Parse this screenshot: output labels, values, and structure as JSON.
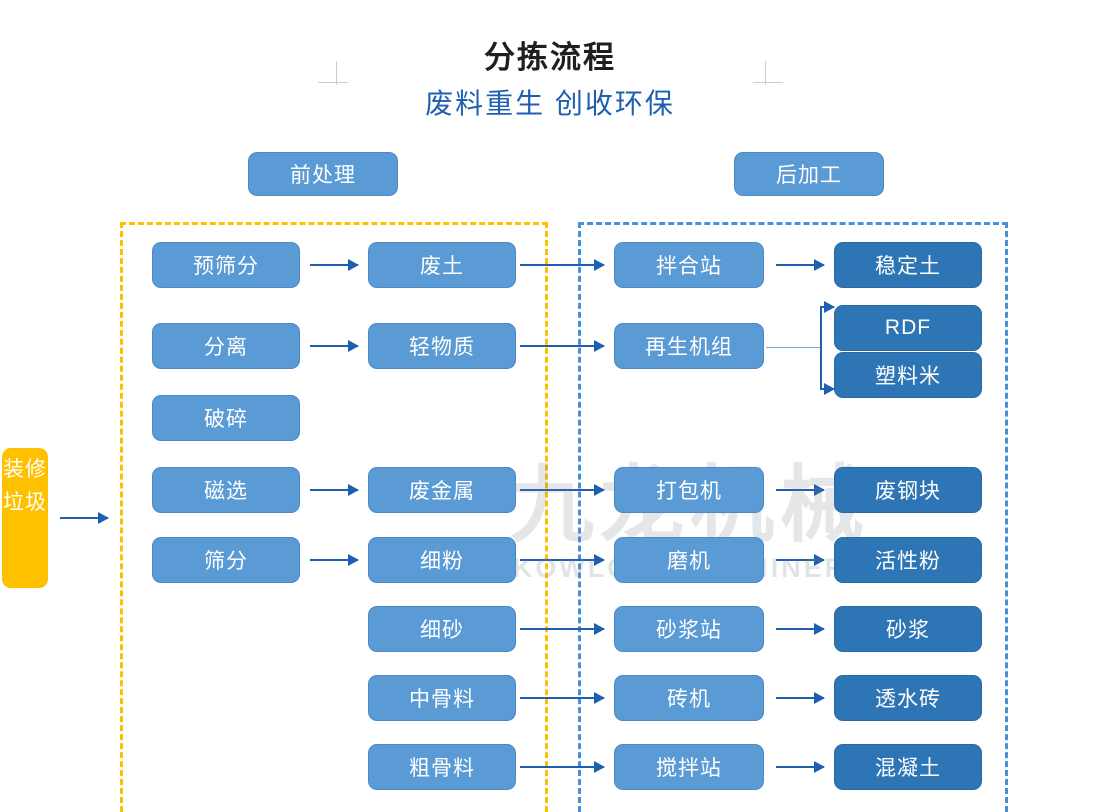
{
  "header": {
    "main_title": "分拣流程",
    "sub_title": "废料重生 创收环保"
  },
  "sections": {
    "pre_label": "前处理",
    "post_label": "后加工"
  },
  "input": {
    "label": "装修垃圾"
  },
  "watermark": {
    "cn": "九龙机械",
    "en": "KOWLOONMACHINERY"
  },
  "colors": {
    "node_light": "#5B9BD5",
    "node_dark": "#2E75B6",
    "input_orange": "#FFC000",
    "zone_pre_border": "#FFC000",
    "zone_post_border": "#4A90D9",
    "arrow": "#1F5FB0",
    "title_text": "#1F1F1F",
    "subtitle_text": "#1F5FB0"
  },
  "nodes": {
    "pre_process": [
      {
        "id": "n_presieve",
        "label": "预筛分"
      },
      {
        "id": "n_separate",
        "label": "分离"
      },
      {
        "id": "n_crush",
        "label": "破碎"
      },
      {
        "id": "n_magnetic",
        "label": "磁选"
      },
      {
        "id": "n_screen",
        "label": "筛分"
      }
    ],
    "materials": [
      {
        "id": "m_wastesoil",
        "label": "废土"
      },
      {
        "id": "m_light",
        "label": "轻物质"
      },
      {
        "id": "m_metal",
        "label": "废金属"
      },
      {
        "id": "m_finepow",
        "label": "细粉"
      },
      {
        "id": "m_finesand",
        "label": "细砂"
      },
      {
        "id": "m_midagg",
        "label": "中骨料"
      },
      {
        "id": "m_coarseagg",
        "label": "粗骨料"
      }
    ],
    "post_equipment": [
      {
        "id": "e_mixstation",
        "label": "拌合站"
      },
      {
        "id": "e_recycleunit",
        "label": "再生机组"
      },
      {
        "id": "e_baler",
        "label": "打包机"
      },
      {
        "id": "e_mill",
        "label": "磨机"
      },
      {
        "id": "e_mortar",
        "label": "砂浆站"
      },
      {
        "id": "e_brick",
        "label": "砖机"
      },
      {
        "id": "e_concrete",
        "label": "搅拌站"
      }
    ],
    "products": [
      {
        "id": "p_stabsoil",
        "label": "稳定土"
      },
      {
        "id": "p_rdf",
        "label": "RDF"
      },
      {
        "id": "p_plastic",
        "label": "塑料米"
      },
      {
        "id": "p_steel",
        "label": "废钢块"
      },
      {
        "id": "p_activepow",
        "label": "活性粉"
      },
      {
        "id": "p_mortar",
        "label": "砂浆"
      },
      {
        "id": "p_perm",
        "label": "透水砖"
      },
      {
        "id": "p_concrete",
        "label": "混凝土"
      }
    ]
  },
  "chart_data": {
    "type": "diagram",
    "title": "分拣流程",
    "subtitle": "废料重生 创收环保",
    "zones": [
      "前处理",
      "后加工"
    ],
    "flows": [
      {
        "from": "装修垃圾",
        "to": "前处理区"
      },
      {
        "from": "预筛分",
        "to": "废土"
      },
      {
        "from": "分离",
        "to": "轻物质"
      },
      {
        "from": "磁选",
        "to": "废金属"
      },
      {
        "from": "筛分",
        "to": "细粉"
      },
      {
        "from": "废土",
        "to": "拌合站"
      },
      {
        "from": "轻物质",
        "to": "再生机组"
      },
      {
        "from": "废金属",
        "to": "打包机"
      },
      {
        "from": "细粉",
        "to": "磨机"
      },
      {
        "from": "细砂",
        "to": "砂浆站"
      },
      {
        "from": "中骨料",
        "to": "砖机"
      },
      {
        "from": "粗骨料",
        "to": "搅拌站"
      },
      {
        "from": "拌合站",
        "to": "稳定土"
      },
      {
        "from": "再生机组",
        "to": "RDF"
      },
      {
        "from": "再生机组",
        "to": "塑料米"
      },
      {
        "from": "打包机",
        "to": "废钢块"
      },
      {
        "from": "磨机",
        "to": "活性粉"
      },
      {
        "from": "砂浆站",
        "to": "砂浆"
      },
      {
        "from": "砖机",
        "to": "透水砖"
      },
      {
        "from": "搅拌站",
        "to": "混凝土"
      }
    ]
  }
}
